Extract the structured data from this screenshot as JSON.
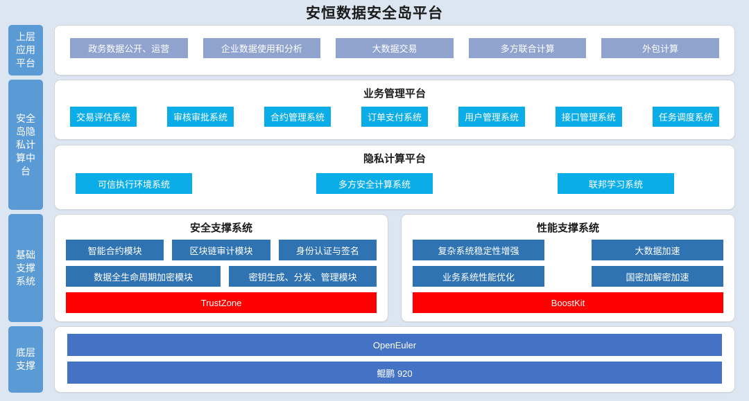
{
  "page": {
    "title": "安恒数据安全岛平台",
    "background_color": "#dce6f2"
  },
  "colors": {
    "sidebar": "#5b9bd5",
    "application_chip": "#8fa3ce",
    "cyan_chip": "#0bade8",
    "steel_chip": "#2f73b3",
    "red_chip": "#ff0000",
    "base_chip": "#4472c4",
    "panel_background": "#ffffff"
  },
  "bands": [
    {
      "label": "上层应用平台",
      "panels": [
        {
          "title": "",
          "chips": [
            "政务数据公开、运营",
            "企业数据使用和分析",
            "大数据交易",
            "多方联合计算",
            "外包计算"
          ]
        }
      ]
    },
    {
      "label": "安全岛隐私计算中台",
      "panels": [
        {
          "title": "业务管理平台",
          "chips": [
            "交易评估系统",
            "审核审批系统",
            "合约管理系统",
            "订单支付系统",
            "用户管理系统",
            "接口管理系统",
            "任务调度系统"
          ]
        },
        {
          "title": "隐私计算平台",
          "chips": [
            "可信执行环境系统",
            "多方安全计算系统",
            "联邦学习系统"
          ]
        }
      ]
    },
    {
      "label": "基础支撑系统",
      "panels": [
        {
          "title": "安全支撑系统",
          "row1": [
            "智能合约模块",
            "区块链审计模块",
            "身份认证与签名"
          ],
          "row2": [
            "数据全生命周期加密模块",
            "密钥生成、分发、管理模块"
          ],
          "footer": "TrustZone"
        },
        {
          "title": "性能支撑系统",
          "row1": [
            "复杂系统稳定性增强",
            "大数据加速"
          ],
          "row2": [
            "业务系统性能优化",
            "国密加解密加速"
          ],
          "footer": "BoostKit"
        }
      ]
    },
    {
      "label": "底层支撑",
      "panels": [
        {
          "title": "",
          "chips": [
            "OpenEuler",
            "鲲鹏 920"
          ]
        }
      ]
    }
  ]
}
